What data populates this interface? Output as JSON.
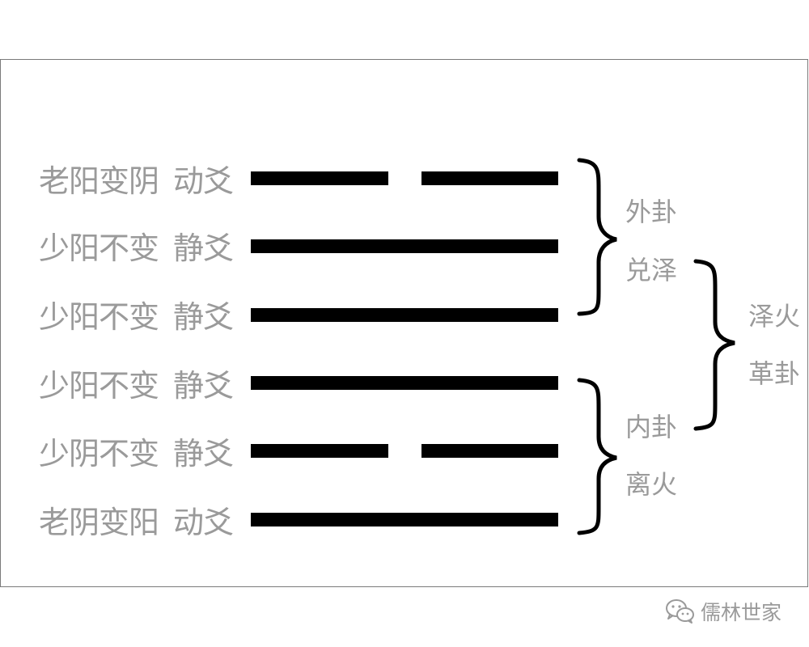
{
  "lines": [
    {
      "state": "老阳变阴",
      "type": "动爻",
      "yin": true
    },
    {
      "state": "少阳不变",
      "type": "静爻",
      "yin": false
    },
    {
      "state": "少阳不变",
      "type": "静爻",
      "yin": false
    },
    {
      "state": "少阳不变",
      "type": "静爻",
      "yin": false
    },
    {
      "state": "少阴不变",
      "type": "静爻",
      "yin": true
    },
    {
      "state": "老阴变阳",
      "type": "动爻",
      "yin": false
    }
  ],
  "outer_trigram": {
    "line1": "外卦",
    "line2": "兑泽"
  },
  "inner_trigram": {
    "line1": "内卦",
    "line2": "离火"
  },
  "hexagram": {
    "line1": "泽火",
    "line2": "革卦"
  },
  "watermark": {
    "icon": "wechat-icon",
    "text": "儒林世家"
  },
  "colors": {
    "text": "#9a9a9a",
    "line": "#000000",
    "border": "#7a7a7a"
  }
}
